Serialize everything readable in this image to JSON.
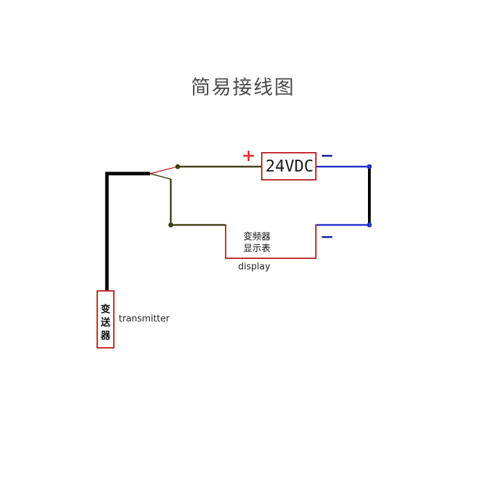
{
  "title": "简易接线图",
  "power_supply": {
    "label": "24VDC"
  },
  "display": {
    "line1": "变频器",
    "line2": "显示表",
    "caption": "display"
  },
  "transmitter": {
    "line1": "变",
    "line2": "送",
    "line3": "器",
    "caption": "transmitter"
  },
  "polarity": {
    "plus": "+",
    "minus": "−"
  },
  "colors": {
    "box_border": "#c0282d",
    "plus": "#e03030",
    "minus": "#2030a0",
    "wire_olive": "#3d3d10",
    "wire_blue": "#2030c8",
    "wire_black": "#000000"
  }
}
